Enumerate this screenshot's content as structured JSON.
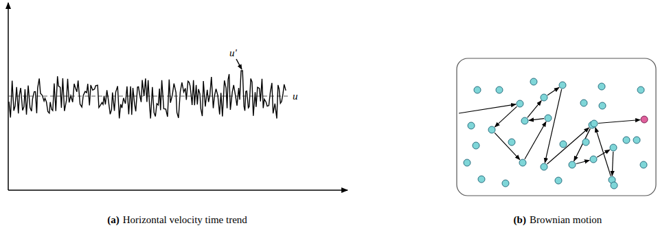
{
  "diagram": {
    "labels": [
      "u'",
      "u",
      "(a)",
      "Horizontal velocity time trend",
      "(b)",
      "Brownian motion"
    ]
  }
}
